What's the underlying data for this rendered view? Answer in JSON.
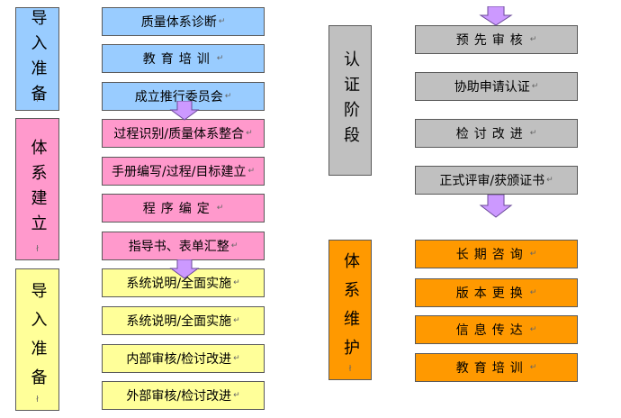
{
  "colors": {
    "blue": "#99ccff",
    "pink": "#ff99cc",
    "yellow": "#ffff99",
    "gray": "#c0c0c0",
    "orange": "#ff9900",
    "arrow": "#cc99ff"
  },
  "stages": {
    "prep1": "导入准备",
    "build": "体系建立",
    "prep2": "导入准备",
    "cert": "认证阶段",
    "maintain": "体系维护"
  },
  "blue_steps": [
    "质量体系诊断",
    "教育培训",
    "成立推行委员会"
  ],
  "pink_steps": [
    "过程识别/质量体系整合",
    "手册编写/过程/目标建立",
    "程序编定",
    "指导书、表单汇整"
  ],
  "yellow_steps": [
    "系统说明/全面实施",
    "系统说明/全面实施",
    "内部审核/检讨改进",
    "外部审核/检讨改进"
  ],
  "gray_steps": [
    "预先审核",
    "协助申请认证",
    "检讨改进",
    "正式评审/获颁证书"
  ],
  "orange_steps": [
    "长期咨询",
    "版本更换",
    "信息传达",
    "教育培训"
  ],
  "marks": {
    "return": "↵",
    "anchor": "ł"
  }
}
